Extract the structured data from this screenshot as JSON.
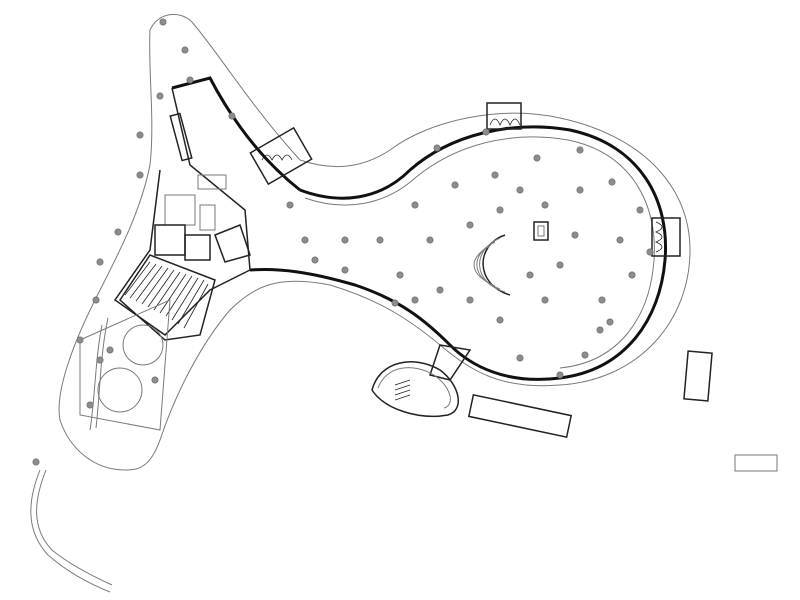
{
  "drawing": {
    "kind": "architectural floor plan",
    "line_color": "#1a1a1a",
    "guide_color": "#7a7a7a",
    "column_color": "#8c8c8c",
    "background": "#ffffff"
  },
  "elements": {
    "hall_columns": 40,
    "wing_columns": 16,
    "entrance_porches": 4
  }
}
